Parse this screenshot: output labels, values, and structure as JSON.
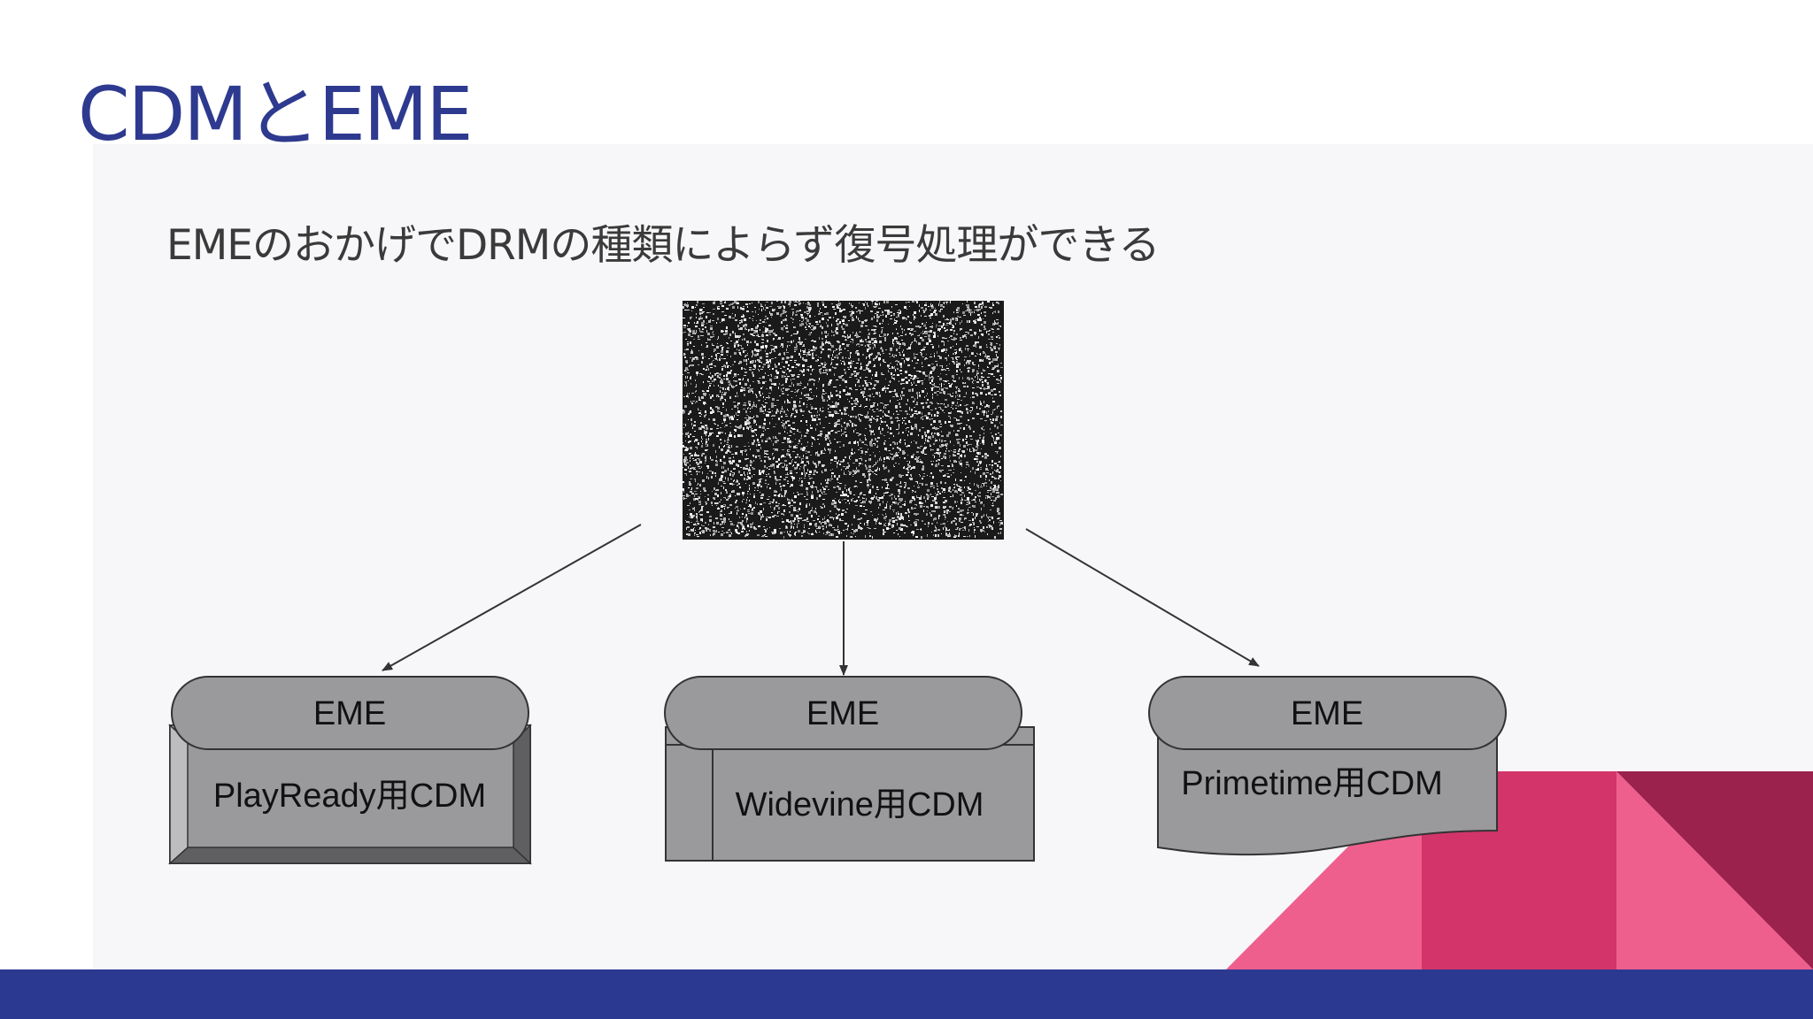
{
  "slide": {
    "title": "CDMとEME",
    "subtitle": "EMEのおかげでDRMの種類によらず復号処理ができる"
  },
  "diagram": {
    "source_block": "encrypted-noise",
    "nodes": [
      {
        "id": "playready",
        "top_label": "EME",
        "body_label": "PlayReady用CDM"
      },
      {
        "id": "widevine",
        "top_label": "EME",
        "body_label": "Widevine用CDM"
      },
      {
        "id": "primetime",
        "top_label": "EME",
        "body_label": "Primetime用CDM"
      }
    ]
  },
  "colors": {
    "title": "#2e3a8f",
    "footer": "#2c3991",
    "shape_fill": "#9a999c",
    "pink_light": "#ef5f8e",
    "pink_mid": "#d33469",
    "pink_dark": "#9b224d"
  }
}
